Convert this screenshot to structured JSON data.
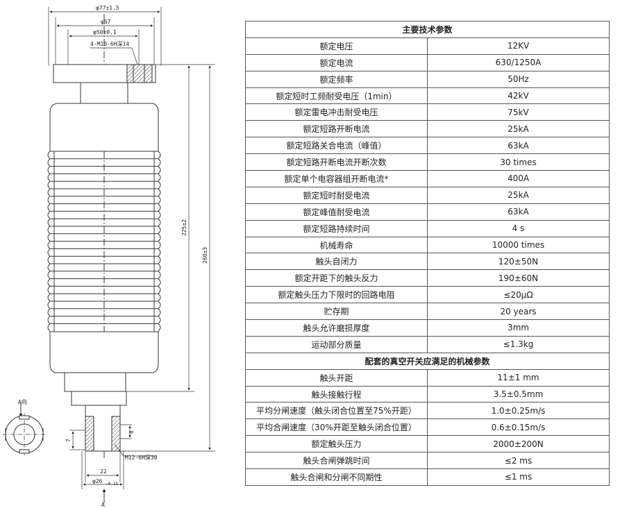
{
  "drawing": {
    "dim_outer_diameter": "φ77±1.5",
    "dim_flange_diameter": "φ67",
    "dim_thread_circle": "φ50±0.1",
    "dim_threads": "4-M10-6H深14",
    "dim_height_body": "225±2",
    "dim_height_total": "260±3",
    "dim_rod_thread": "M12-6H深30",
    "dim_flat_width": "22",
    "dim_rod_diameter": "φ26",
    "dim_rod_tolerance": "-0.15",
    "dim_side_7": "7",
    "dim_side_8": "8",
    "section_label_top": "A向",
    "section_label_bottom": "A"
  },
  "table": {
    "section1_title": "主要技术参数",
    "section2_title": "配套的真空开关应满足的机械参数",
    "rows1": [
      {
        "name": "额定电压",
        "value": "12KV"
      },
      {
        "name": "额定电流",
        "value": "630/1250A"
      },
      {
        "name": "额定频率",
        "value": "50Hz"
      },
      {
        "name": "额定短时工频耐受电压（1min）",
        "value": "42kV"
      },
      {
        "name": "额定雷电冲击耐受电压",
        "value": "75kV"
      },
      {
        "name": "额定短路开断电流",
        "value": "25kA"
      },
      {
        "name": "额定短路关合电流（峰值）",
        "value": "63kA"
      },
      {
        "name": "额定短路开断电流开断次数",
        "value": "30 times"
      },
      {
        "name": "额定单个电容器组开断电流*",
        "value": "400A"
      },
      {
        "name": "额定短时耐受电流",
        "value": "25kA"
      },
      {
        "name": "额定峰值耐受电流",
        "value": "63kA"
      },
      {
        "name": "额定短路持续时间",
        "value": "4 s"
      },
      {
        "name": "机械寿命",
        "value": "10000 times"
      },
      {
        "name": "触头自闭力",
        "value": "120±50N"
      },
      {
        "name": "额定开距下的触头反力",
        "value": "190±60N"
      },
      {
        "name": "额定触头压力下限时的回路电阻",
        "value": "≤20μΩ"
      },
      {
        "name": "贮存期",
        "value": "20 years"
      },
      {
        "name": "触头允许磨损厚度",
        "value": "3mm"
      },
      {
        "name": "运动部分质量",
        "value": "≤1.3kg"
      }
    ],
    "rows2": [
      {
        "name": "触头开距",
        "value": "11±1 mm"
      },
      {
        "name": "触头接触行程",
        "value": "3.5±0.5mm"
      },
      {
        "name": "平均分闸速度（触头闭合位置至75%开距）",
        "value": "1.0±0.25m/s"
      },
      {
        "name": "平均合闸速度（30%开距至触头闭合位置）",
        "value": "0.6±0.15m/s"
      },
      {
        "name": "额定触头压力",
        "value": "2000±200N"
      },
      {
        "name": "触头合闸弹跳时间",
        "value": "≤2 ms"
      },
      {
        "name": "触头合闸和分闸不同期性",
        "value": "≤1 ms"
      }
    ]
  }
}
